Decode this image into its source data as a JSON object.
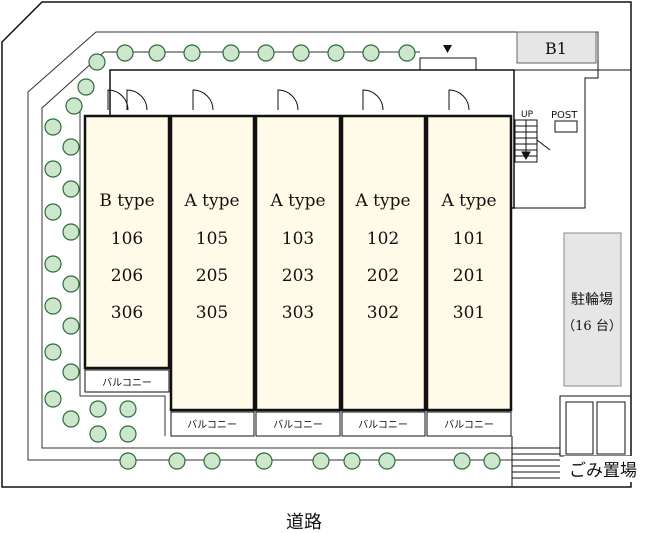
{
  "building_label": "B1",
  "stair_label": "UP",
  "post_label": "POST",
  "units": [
    {
      "type": "B type",
      "rooms": [
        "106",
        "206",
        "306"
      ],
      "balcony": "バルコニー"
    },
    {
      "type": "A type",
      "rooms": [
        "105",
        "205",
        "305"
      ],
      "balcony": "バルコニー"
    },
    {
      "type": "A type",
      "rooms": [
        "103",
        "203",
        "303"
      ],
      "balcony": "バルコニー"
    },
    {
      "type": "A type",
      "rooms": [
        "102",
        "202",
        "302"
      ],
      "balcony": "バルコニー"
    },
    {
      "type": "A type",
      "rooms": [
        "101",
        "201",
        "301"
      ],
      "balcony": "バルコニー"
    }
  ],
  "bike_parking": {
    "title": "駐輪場",
    "capacity": "（16 台）"
  },
  "garbage_area": "ごみ置場",
  "road_label": "道路",
  "colors": {
    "unit_fill": "#fffbe8",
    "shrub_fill": "#cde7cd",
    "shrub_stroke": "#2d6b3a",
    "bike_fill": "#e6e6e6",
    "b1_fill": "#e6e6e6"
  }
}
